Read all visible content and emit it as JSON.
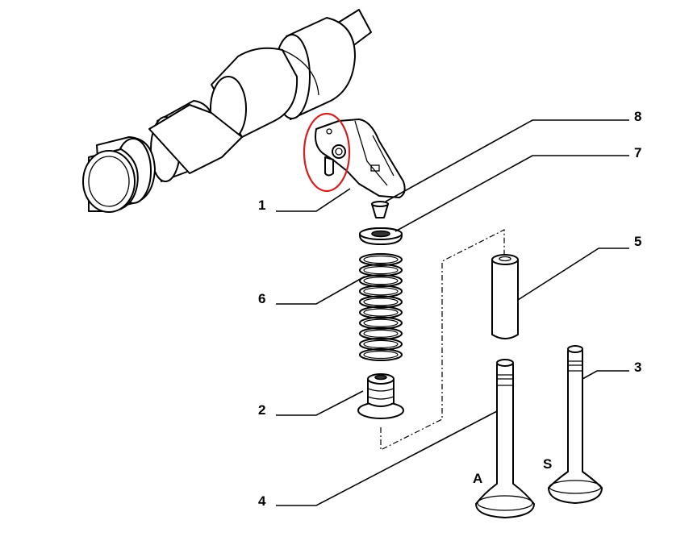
{
  "callouts": {
    "c1": "1",
    "c2": "2",
    "c3": "3",
    "c4": "4",
    "c5": "5",
    "c6": "6",
    "c7": "7",
    "c8": "8"
  },
  "valve_labels": {
    "a": "A",
    "s": "S"
  },
  "colors": {
    "highlight": "#d42020",
    "line": "#000000",
    "background": "#ffffff"
  }
}
